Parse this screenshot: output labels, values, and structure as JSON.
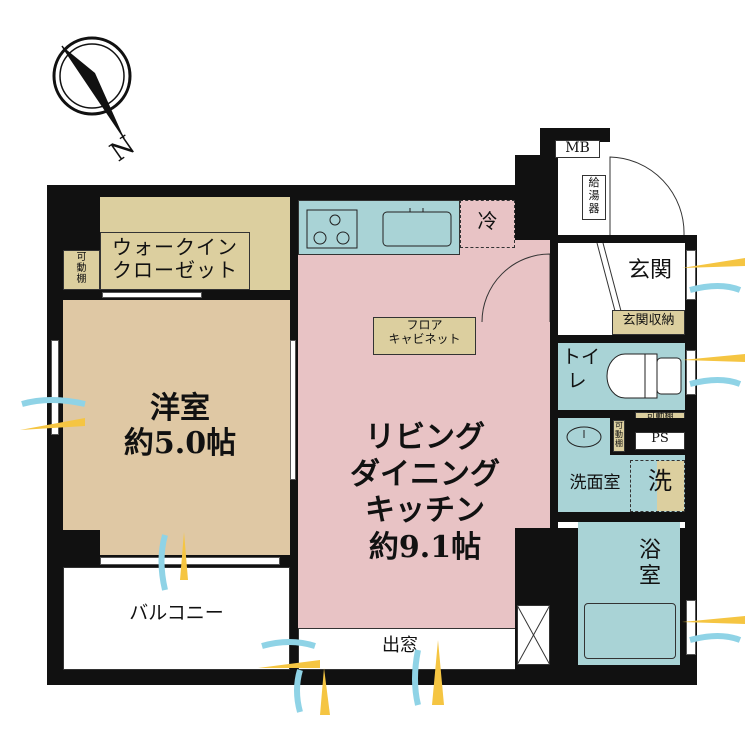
{
  "compass": {
    "label": "N"
  },
  "rooms": {
    "walk_in_closet": "ウォークイン\nクローゼット",
    "shelf_left": "可\n動\n棚",
    "western_room": "洋室\n約5.0帖",
    "balcony": "バルコニー",
    "ldk": "リビング\nダイニング\nキッチン\n約9.1帖",
    "floor_cabinet": "フロア\nキャビネット",
    "fridge": "冷",
    "bay_window": "出窓",
    "mb": "MB",
    "water_heater": "給\n湯\n器",
    "entrance": "玄関",
    "entrance_storage": "玄関収納",
    "toilet": "トイ\nレ",
    "shelf_toilet": "可動棚",
    "shelf_wash": "可\n動\n棚",
    "ps": "PS",
    "washroom": "洗面室",
    "washer": "洗",
    "bathroom": "浴\n室"
  },
  "colors": {
    "tan": "#dccf9f",
    "western": "#dfc8a4",
    "ldk": "#e8c3c5",
    "wet": "#a9d3d6",
    "wall": "#111111"
  }
}
